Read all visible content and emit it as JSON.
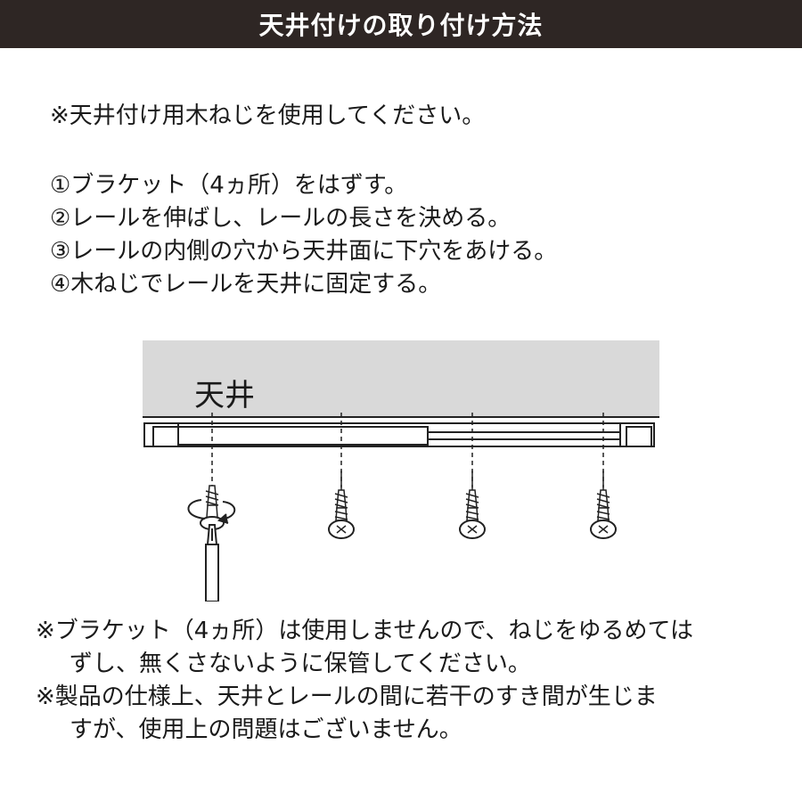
{
  "header": {
    "title": "天井付けの取り付け方法"
  },
  "note_top": "※天井付け用木ねじを使用してください。",
  "steps": [
    "①ブラケット（4ヵ所）をはずす。",
    "②レールを伸ばし、レールの長さを決める。",
    "③レールの内側の穴から天井面に下穴をあける。",
    "④木ねじでレールを天井に固定する。"
  ],
  "diagram": {
    "ceiling_label": "天井",
    "ceiling_color": "#d9d9d9",
    "screw_count": 4,
    "icons": [
      "screw-icon",
      "screwdriver-icon",
      "rotation-arrow-icon"
    ]
  },
  "footer_notes": [
    {
      "line1": "※ブラケット（4ヵ所）は使用しませんので、ねじをゆるめては",
      "line2": "ずし、無くさないように保管してください。"
    },
    {
      "line1": "※製品の仕様上、天井とレールの間に若干のすき間が生じま",
      "line2": "すが、使用上の問題はございません。"
    }
  ]
}
